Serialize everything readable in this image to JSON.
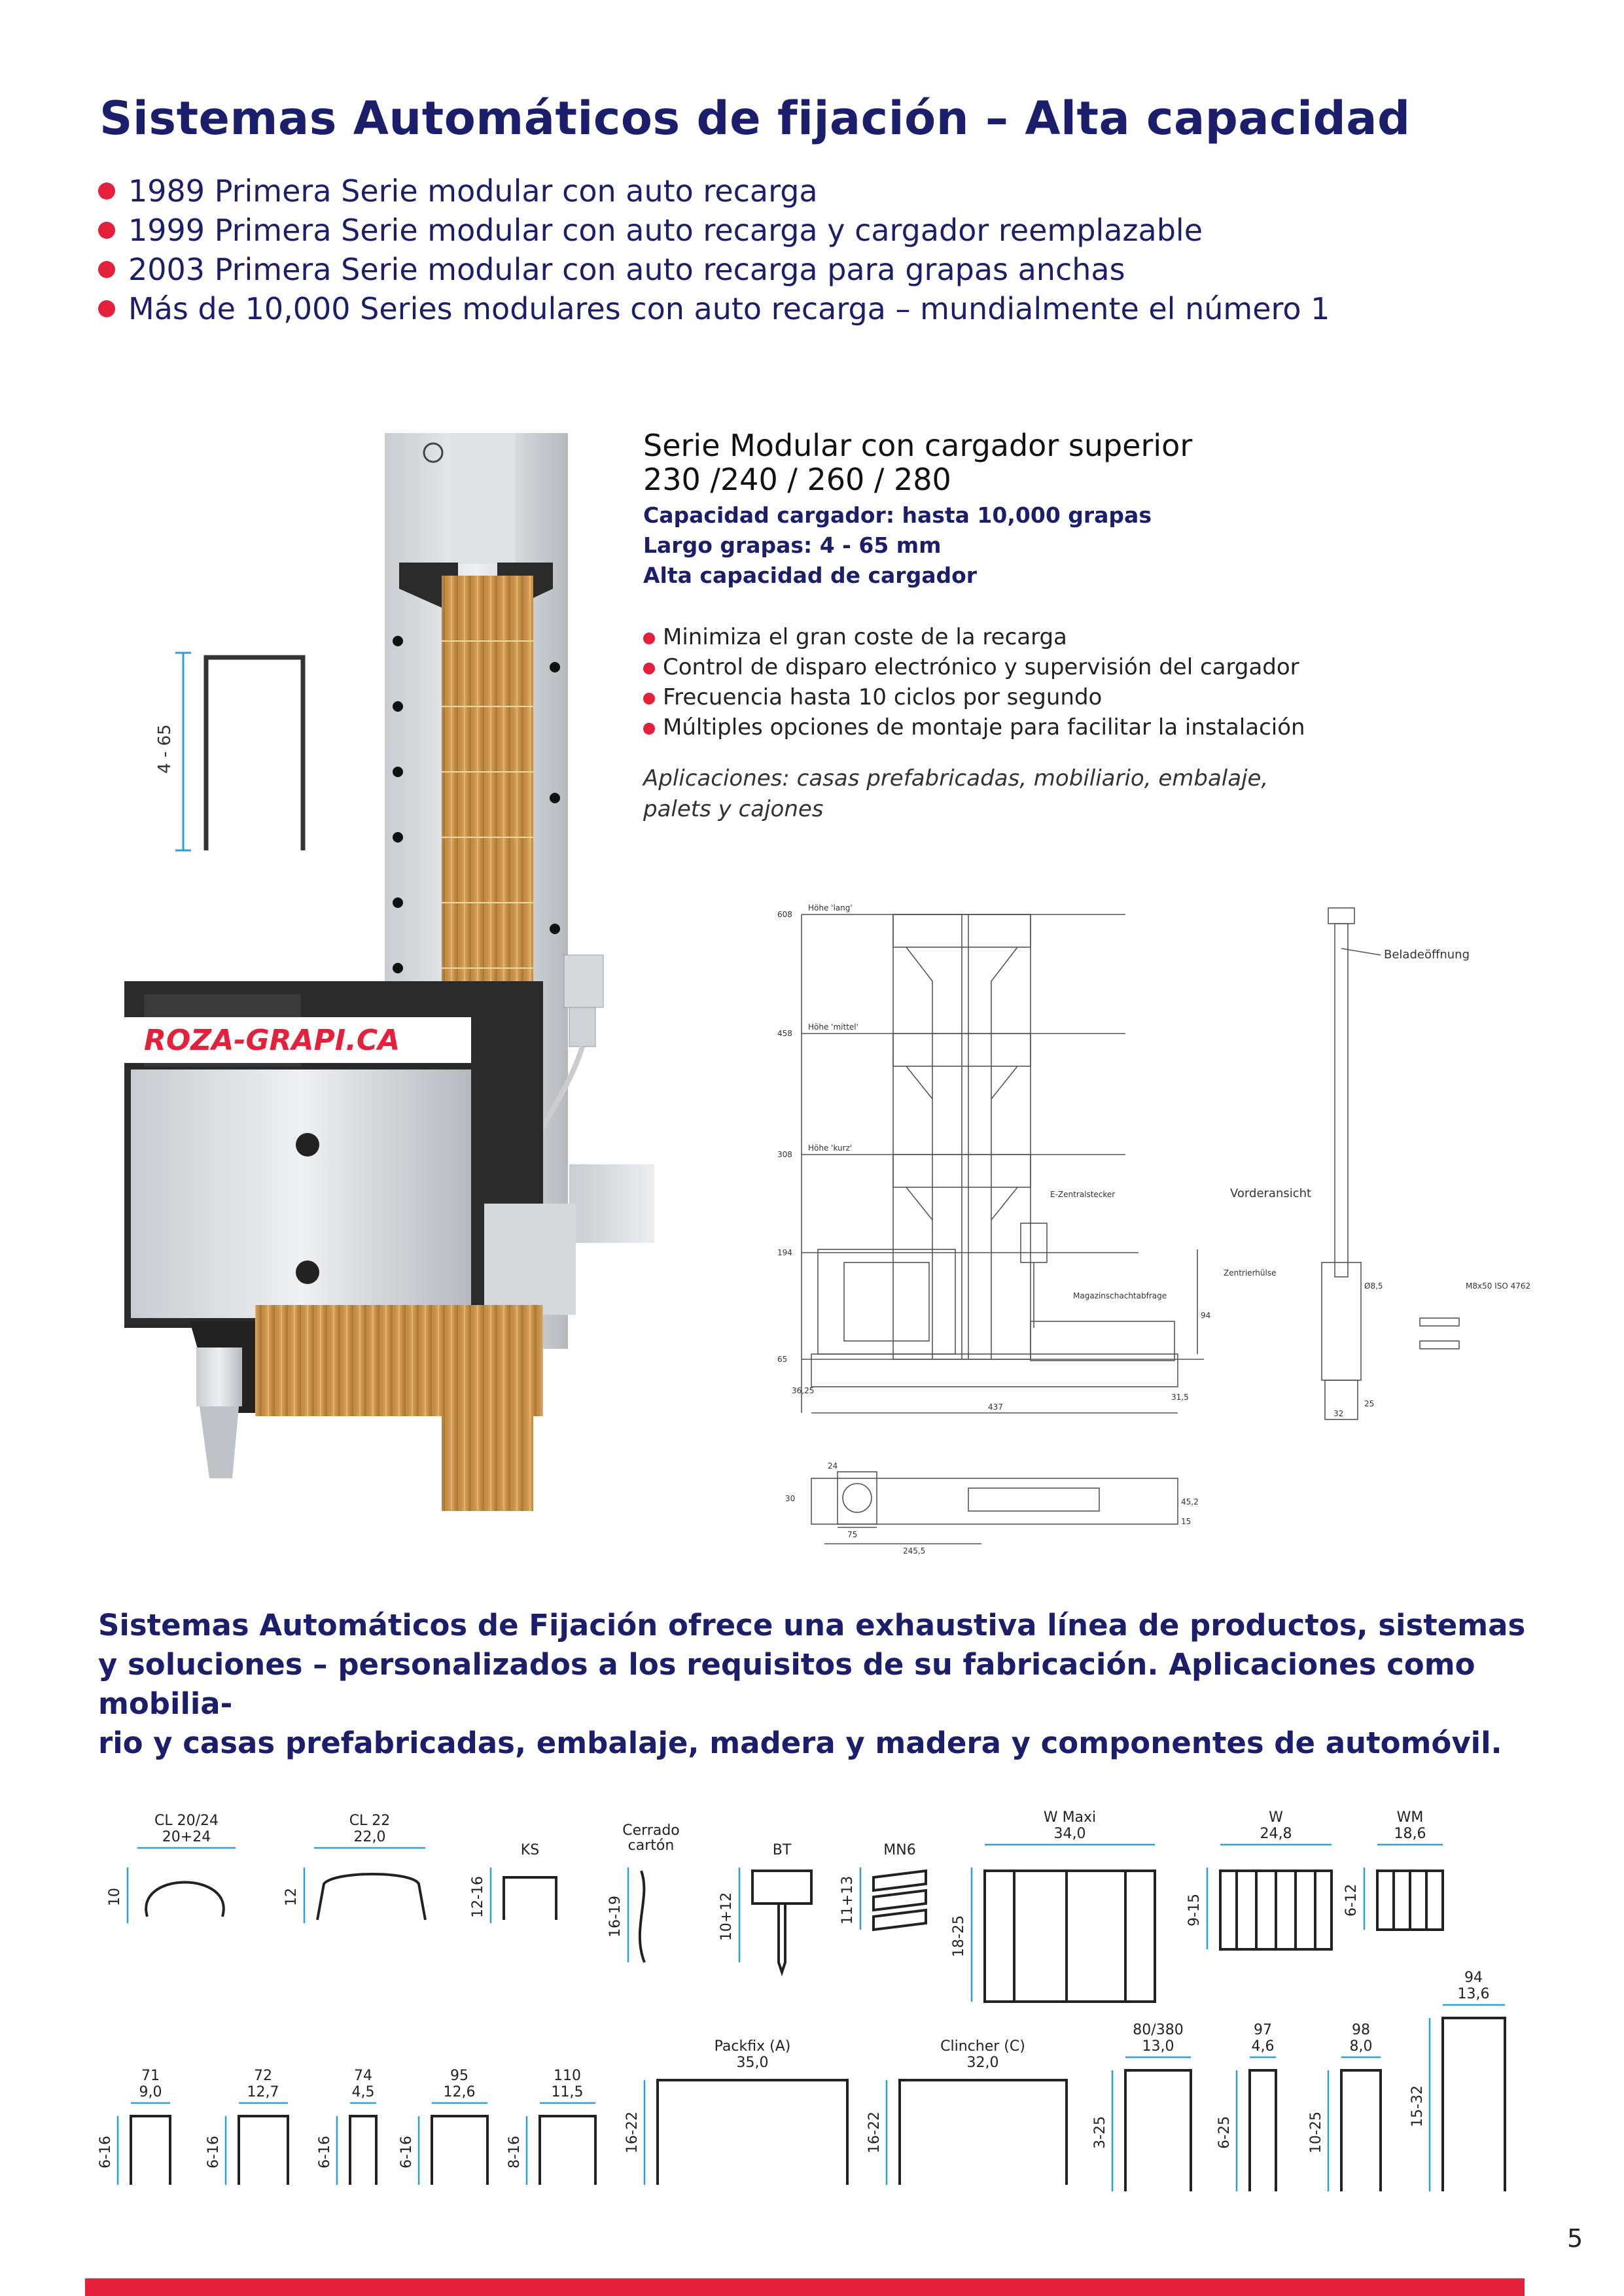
{
  "header": {
    "title": "Sistemas Automáticos de fijación – Alta capacidad"
  },
  "bullets": [
    "1989 Primera Serie modular con auto recarga",
    "1999 Primera Serie modular con auto recarga y cargador reemplazable",
    "2003 Primera Serie modular con auto recarga para grapas anchas",
    "Más de 10,000 Series modulares con auto recarga – mundialmente el número 1"
  ],
  "photo": {
    "brand_label": "ROZA-GRAPI.CA",
    "staple_dim": "4 - 65"
  },
  "spec": {
    "title_line1": "Serie Modular con cargador superior",
    "title_line2": "230 /240 / 260 / 280",
    "capacity": "Capacidad cargador: hasta 10,000 grapas",
    "length": "Largo grapas: 4 - 65 mm",
    "highcap": "Alta capacidad de cargador",
    "features": [
      "Minimiza el gran coste de la recarga",
      "Control de disparo electrónico y supervisión del cargador",
      "Frecuencia hasta 10 ciclos por segundo",
      "Múltiples opciones de montaje para facilitar la instalación"
    ],
    "applications_line1": "Aplicaciones: casas prefabricadas, mobiliario, embalaje,",
    "applications_line2": "palets y cajones"
  },
  "drawing": {
    "hoehe_lang": "Höhe 'lang'",
    "hoehe_mittel": "Höhe 'mittel'",
    "hoehe_kurz": "Höhe 'kurz'",
    "beladeoeffnung": "Beladeöffnung",
    "vorderansicht": "Vorderansicht",
    "e_zentralstecker": "E-Zentralstecker",
    "magazinschacht": "Magazinschachtabfrage",
    "zentrierhuelse": "Zentrierhülse",
    "m8": "M8x50 ISO 4762",
    "d608": "608",
    "d458": "458",
    "d308": "308",
    "d194": "194",
    "d65": "65",
    "d437": "437",
    "d94": "94",
    "d315": "31,5",
    "d3625": "36,25",
    "d32": "32",
    "d25": "25",
    "d85": "Ø8,5",
    "d2455": "245,5",
    "d75": "75",
    "d24": "24",
    "d30": "30",
    "d452": "45,2",
    "d15": "15"
  },
  "paragraph": {
    "line1": "Sistemas Automáticos de Fijación ofrece una exhaustiva línea de productos, sistemas",
    "line2": "y soluciones – personalizados a los requisitos de su fabricación. Aplicaciones como mobilia-",
    "line3": "rio y casas prefabricadas, embalaje, madera y madera y componentes de automóvil."
  },
  "staples_row1": [
    {
      "name": "CL 20/24",
      "width": "20+24",
      "height": "10"
    },
    {
      "name": "CL 22",
      "width": "22,0",
      "height": "12"
    },
    {
      "name": "KS",
      "height": "12-16"
    },
    {
      "name_line1": "Cerrado",
      "name_line2": "cartón",
      "height": "16-19"
    },
    {
      "name": "BT",
      "height": "10+12"
    },
    {
      "name": "MN6",
      "height": "11+13"
    },
    {
      "name": "W Maxi",
      "width": "34,0",
      "height": "18-25"
    },
    {
      "name": "W",
      "width": "24,8",
      "height": "9-15"
    },
    {
      "name": "WM",
      "width": "18,6",
      "height": "6-12"
    }
  ],
  "staples_row2": [
    {
      "name": "71",
      "width": "9,0",
      "height": "6-16"
    },
    {
      "name": "72",
      "width": "12,7",
      "height": "6-16"
    },
    {
      "name": "74",
      "width": "4,5",
      "height": "6-16"
    },
    {
      "name": "95",
      "width": "12,6",
      "height": "6-16"
    },
    {
      "name": "110",
      "width": "11,5",
      "height": "8-16"
    },
    {
      "name": "Packfix (A)",
      "width": "35,0",
      "height": "16-22"
    },
    {
      "name": "Clincher (C)",
      "width": "32,0",
      "height": "16-22"
    },
    {
      "name": "80/380",
      "width": "13,0",
      "height": "3-25"
    },
    {
      "name": "97",
      "width": "4,6",
      "height": "6-25"
    },
    {
      "name": "98",
      "width": "8,0",
      "height": "10-25"
    },
    {
      "name": "94",
      "width": "13,6",
      "height": "15-32"
    }
  ],
  "footer": {
    "page_number": "5"
  }
}
